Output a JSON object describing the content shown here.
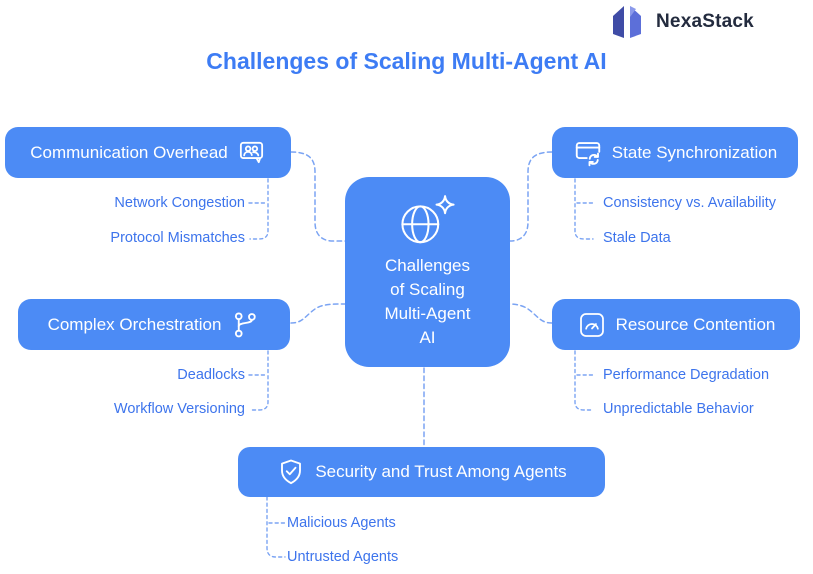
{
  "brand": {
    "name": "NexaStack",
    "logo_icon": "nexastack-mark"
  },
  "title": "Challenges of Scaling Multi-Agent AI",
  "center": {
    "label": "Challenges of Scaling Multi-Agent AI",
    "label_lines": [
      "Challenges",
      "of Scaling",
      "Multi-Agent",
      "AI"
    ],
    "icon": "globe-sparkle-icon"
  },
  "branches": [
    {
      "id": "communication-overhead",
      "label": "Communication Overhead",
      "icon": "chat-users-icon",
      "icon_side": "right",
      "position": "top-left",
      "children": [
        "Network Congestion",
        "Protocol Mismatches"
      ]
    },
    {
      "id": "state-synchronization",
      "label": "State Synchronization",
      "icon": "window-sync-icon",
      "icon_side": "left",
      "position": "top-right",
      "children": [
        "Consistency vs. Availability",
        "Stale Data"
      ]
    },
    {
      "id": "complex-orchestration",
      "label": "Complex Orchestration",
      "icon": "git-branch-icon",
      "icon_side": "right",
      "position": "mid-left",
      "children": [
        "Deadlocks",
        "Workflow Versioning"
      ]
    },
    {
      "id": "resource-contention",
      "label": "Resource Contention",
      "icon": "gauge-icon",
      "icon_side": "left",
      "position": "mid-right",
      "children": [
        "Performance Degradation",
        "Unpredictable Behavior"
      ]
    },
    {
      "id": "security-trust",
      "label": "Security and Trust Among Agents",
      "icon": "shield-check-icon",
      "icon_side": "left",
      "position": "bottom",
      "children": [
        "Malicious Agents",
        "Untrusted Agents"
      ]
    }
  ],
  "colors": {
    "node_blue": "#4C8BF5",
    "title_blue": "#3D7CF4",
    "subitem_blue": "#3D74EC",
    "connector_blue": "#7BA4F3",
    "logo_dark": "#3F4CA6",
    "logo_light": "#5C6FD9",
    "brand_text": "#232B3E"
  }
}
